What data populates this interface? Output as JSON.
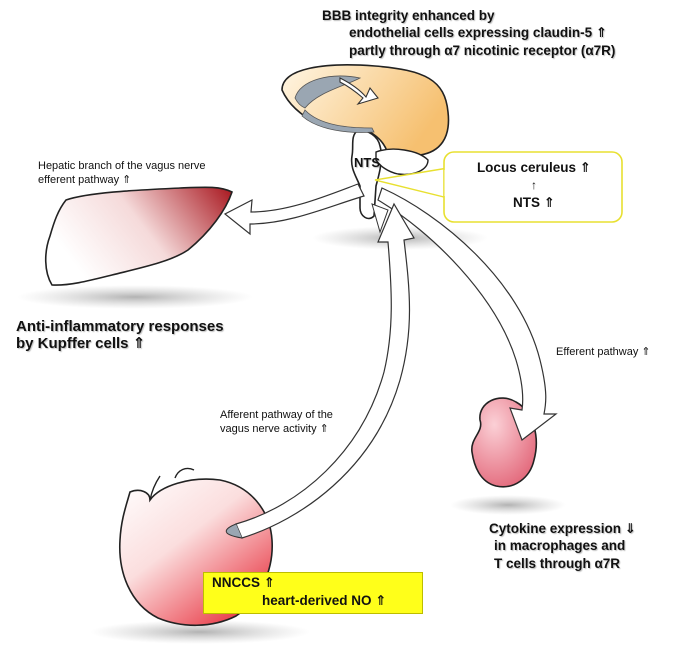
{
  "colors": {
    "brain": "#f6c070",
    "liver": "#a8161e",
    "spleen": "#e26477",
    "heart": "#e8323f",
    "nnccs_box": "#ffff1a",
    "callout_border": "#e8e030"
  },
  "labels": {
    "bbb_line1": "BBB integrity enhanced by",
    "bbb_line2": "endothelial cells expressing claudin-5 ⇑",
    "bbb_line3": "partly through α7 nicotinic receptor (α7R)",
    "nts": "NTS",
    "callout_line1": "Locus ceruleus ⇑",
    "callout_arrow": "↑",
    "callout_line3": "NTS ⇑",
    "hepatic_line1": "Hepatic branch of the vagus nerve",
    "hepatic_line2": "efferent pathway ⇑",
    "antiinflam_line1": "Anti-inflammatory responses",
    "antiinflam_line2": "by Kupffer cells ⇑",
    "efferent": "Efferent pathway ⇑",
    "afferent_line1": "Afferent pathway of the",
    "afferent_line2": "vagus nerve activity ⇑",
    "cytokine_line1": "Cytokine expression ⇓",
    "cytokine_line2": "in macrophages and",
    "cytokine_line3": "T cells through α7R",
    "nnccs_line1": "NNCCS    ⇑",
    "nnccs_line2": "heart-derived NO ⇑"
  }
}
